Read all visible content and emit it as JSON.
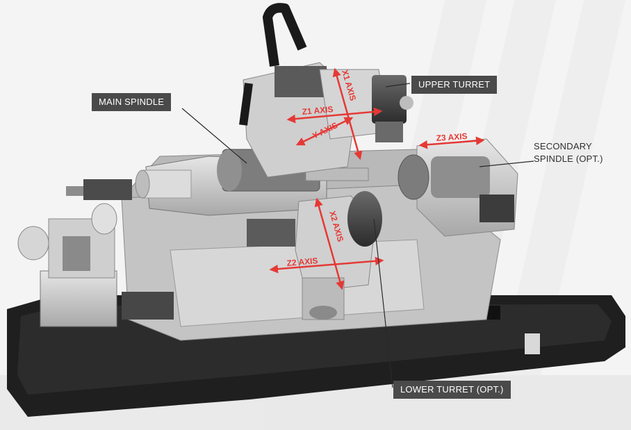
{
  "labels": {
    "main_spindle": "MAIN SPINDLE",
    "upper_turret": "UPPER TURRET",
    "secondary_spindle_line1": "SECONDARY",
    "secondary_spindle_line2": "SPINDLE (OPT.)",
    "lower_turret": "LOWER TURRET (OPT.)"
  },
  "axes": {
    "x1": "X1 AXIS",
    "z1": "Z1 AXIS",
    "y": "Y AXIS",
    "z3": "Z3 AXIS",
    "x2": "X2 AXIS",
    "z2": "Z2 AXIS"
  },
  "colors": {
    "axis_arrow": "#e53935",
    "callout_bg": "#4a4a4a",
    "callout_text": "#ffffff",
    "machine_light": "#d9d9d9",
    "machine_mid": "#9e9e9e",
    "machine_dark": "#3a3a3a",
    "base": "#1f1f1f"
  }
}
